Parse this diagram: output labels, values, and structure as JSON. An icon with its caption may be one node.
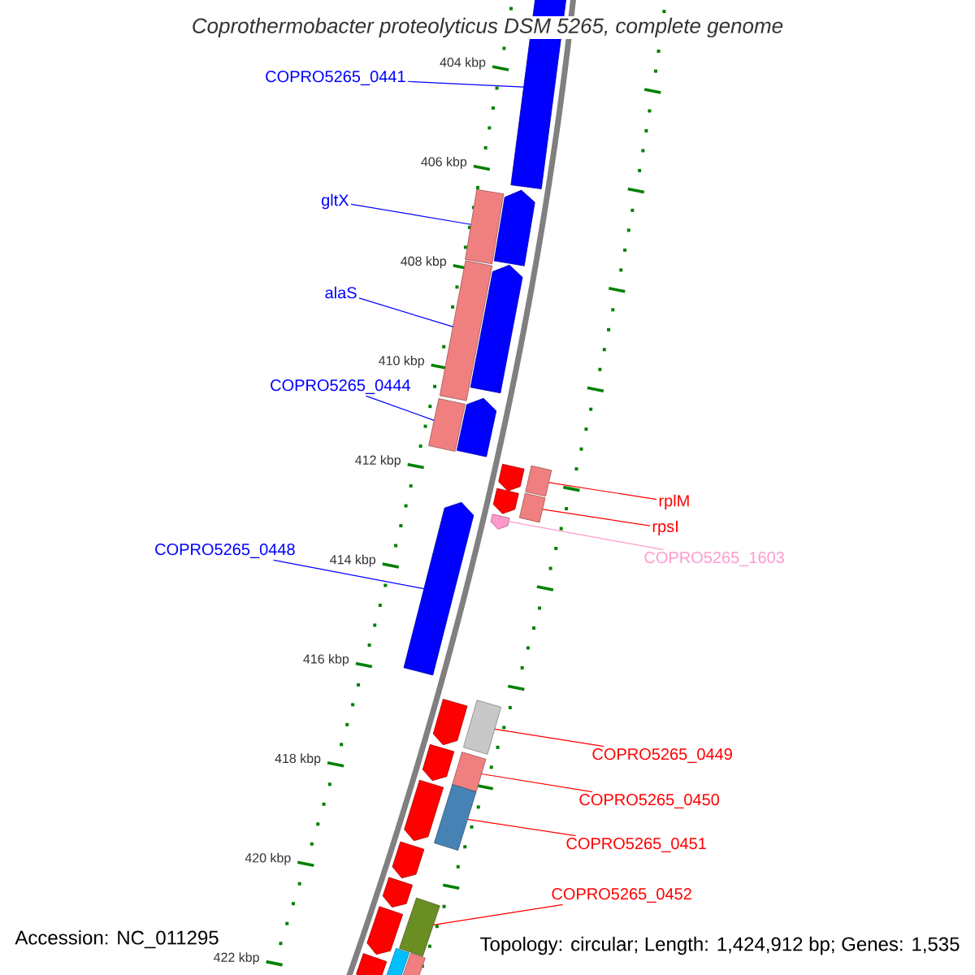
{
  "diagram": {
    "title": "Coprothermobacter proteolyticus DSM 5265, complete genome",
    "nodes": [
      {
        "text": [
          "COPRO5265_0441"
        ]
      },
      {
        "text": [],
        "shape": "arrow"
      },
      {
        "text": [
          "gltX"
        ]
      },
      {
        "text": [],
        "shape": "box"
      },
      {
        "text": [],
        "shape": "arrow"
      },
      {
        "text": [],
        "shape": "arrow"
      },
      {
        "text": [
          "alaS"
        ]
      },
      {
        "text": [],
        "shape": "box"
      },
      {
        "text": [
          "COPRO5265_0444"
        ]
      },
      {
        "text": [],
        "shape": "box"
      },
      {
        "text": [],
        "shape": "arrow"
      },
      {
        "text": [],
        "shape": "arrow"
      },
      {
        "text": [],
        "shape": "box"
      },
      {
        "text": [
          "rplM"
        ]
      },
      {
        "text": [],
        "shape": "arrow"
      },
      {
        "text": [],
        "shape": "box"
      },
      {
        "text": [
          "rpsI"
        ]
      },
      {
        "text": [],
        "shape": "arrow"
      },
      {
        "text": [],
        "shape": "arrow"
      },
      {
        "text": [
          "COPRO5265_0448"
        ]
      },
      {
        "text": [
          "COPRO5265_1603"
        ]
      },
      {
        "text": [],
        "shape": "arrow"
      },
      {
        "text": [],
        "shape": "box"
      },
      {
        "text": [
          "COPRO5265_0449"
        ]
      },
      {
        "text": [],
        "shape": "arrow"
      },
      {
        "text": [],
        "shape": "box"
      },
      {
        "text": [],
        "shape": "arrow"
      },
      {
        "text": [],
        "shape": "box"
      },
      {
        "text": [
          "COPRO5265_0450"
        ]
      },
      {
        "text": [
          "COPRO5265_0451"
        ]
      },
      {
        "text": [],
        "shape": "arrow"
      },
      {
        "text": [],
        "shape": "arrow"
      },
      {
        "text": [
          "COPRO5265_0452"
        ]
      },
      {
        "text": [],
        "shape": "box"
      },
      {
        "text": [],
        "shape": "arrow"
      },
      {
        "text": [],
        "shape": "box"
      },
      {
        "text": [],
        "shape": "arrow"
      },
      {
        "text": [],
        "shape": "box"
      }
    ],
    "edges": [
      {
        "from": 0,
        "to": 1,
        "arrow": "none",
        "color": "#0000ff"
      },
      {
        "from": 2,
        "to": 3,
        "arrow": "none",
        "color": "#0000ff"
      },
      {
        "from": 6,
        "to": 7,
        "arrow": "none",
        "color": "#0000ff"
      },
      {
        "from": 8,
        "to": 9,
        "arrow": "none",
        "color": "#0000ff"
      },
      {
        "from": 13,
        "to": 12,
        "arrow": "none"
      },
      {
        "from": 16,
        "to": 15,
        "arrow": "none"
      },
      {
        "from": 20,
        "to": 18,
        "arrow": "none",
        "color": "#ff99cc"
      },
      {
        "from": 19,
        "to": 17,
        "arrow": "none",
        "color": "#0000ff"
      },
      {
        "from": 23,
        "to": 22,
        "arrow": "none"
      },
      {
        "from": 28,
        "to": 25,
        "arrow": "none"
      },
      {
        "from": 29,
        "to": 27,
        "arrow": "none"
      },
      {
        "from": 32,
        "to": 33,
        "arrow": "none"
      }
    ],
    "labels": [
      "404 kbp",
      "406 kbp",
      "408 kbp",
      "410 kbp",
      "412 kbp",
      "414 kbp",
      "416 kbp",
      "418 kbp",
      "420 kbp",
      "422 kbp",
      "Accession: NC_011295",
      "Topology: circular; Length: 1,424,912 bp; Genes: 1,535"
    ]
  }
}
